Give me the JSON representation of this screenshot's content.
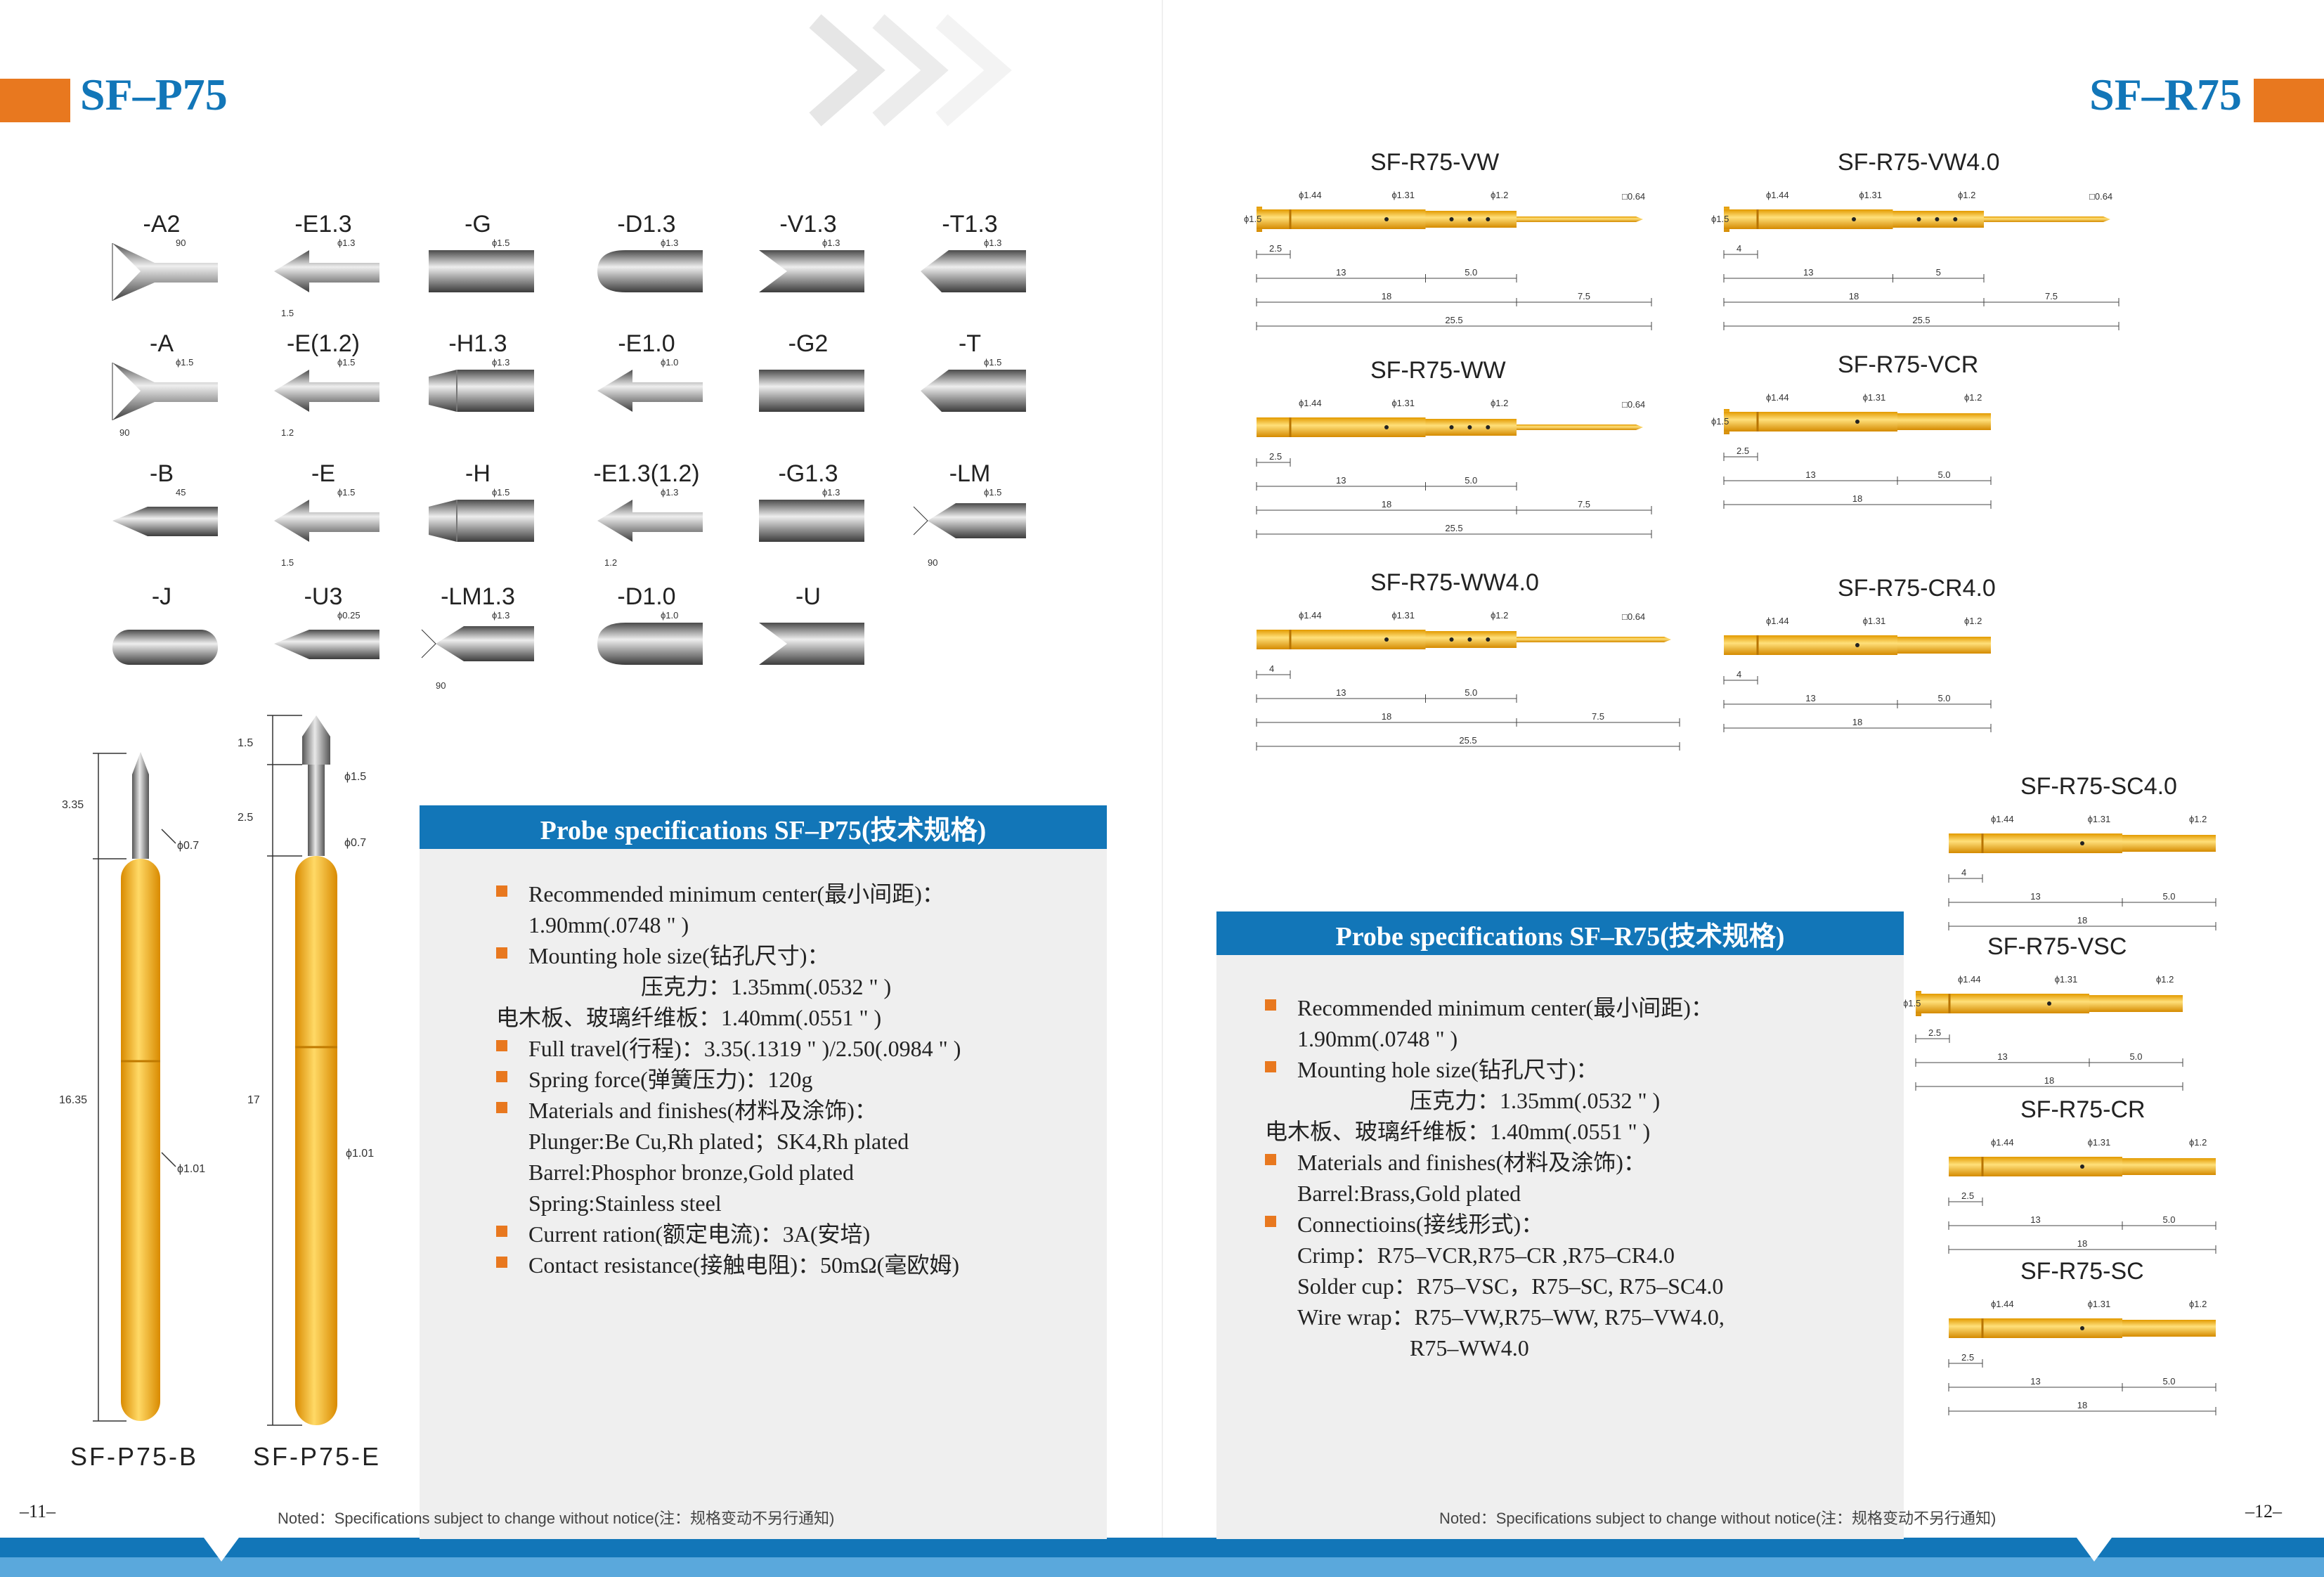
{
  "left": {
    "title": "SF–P75",
    "tips": [
      {
        "label": "-A2",
        "dim": "90",
        "dim2": "",
        "type": "cone"
      },
      {
        "label": "-E1.3",
        "dim": "ϕ1.3",
        "dim2": "1.5",
        "type": "arrow"
      },
      {
        "label": "-G",
        "dim": "ϕ1.5",
        "dim2": "",
        "type": "flat"
      },
      {
        "label": "-D1.3",
        "dim": "ϕ1.3",
        "dim2": "",
        "type": "dome"
      },
      {
        "label": "-V1.3",
        "dim": "ϕ1.3",
        "dim2": "",
        "type": "vee"
      },
      {
        "label": "-T1.3",
        "dim": "ϕ1.3",
        "dim2": "",
        "type": "chisel"
      },
      {
        "label": "-A",
        "dim": "ϕ1.5",
        "dim2": "90",
        "type": "cone"
      },
      {
        "label": "-E(1.2)",
        "dim": "ϕ1.5",
        "dim2": "1.2",
        "type": "arrow"
      },
      {
        "label": "-H1.3",
        "dim": "ϕ1.3",
        "dim2": "",
        "type": "crown"
      },
      {
        "label": "-E1.0",
        "dim": "ϕ1.0",
        "dim2": "",
        "type": "arrow"
      },
      {
        "label": "-G2",
        "dim": "",
        "dim2": "",
        "type": "flat"
      },
      {
        "label": "-T",
        "dim": "ϕ1.5",
        "dim2": "",
        "type": "chisel"
      },
      {
        "label": "-B",
        "dim": "45",
        "dim2": "",
        "type": "point"
      },
      {
        "label": "-E",
        "dim": "ϕ1.5",
        "dim2": "1.5",
        "type": "arrow"
      },
      {
        "label": "-H",
        "dim": "ϕ1.5",
        "dim2": "",
        "type": "crown"
      },
      {
        "label": "-E1.3(1.2)",
        "dim": "ϕ1.3",
        "dim2": "1.2",
        "type": "arrow"
      },
      {
        "label": "-G1.3",
        "dim": "ϕ1.3",
        "dim2": "",
        "type": "flat"
      },
      {
        "label": "-LM",
        "dim": "ϕ1.5",
        "dim2": "90",
        "type": "lm"
      },
      {
        "label": "-J",
        "dim": "",
        "dim2": "",
        "type": "round"
      },
      {
        "label": "-U3",
        "dim": "ϕ0.25",
        "dim2": "",
        "type": "point"
      },
      {
        "label": "-LM1.3",
        "dim": "ϕ1.3",
        "dim2": "90",
        "type": "lm"
      },
      {
        "label": "-D1.0",
        "dim": "ϕ1.0",
        "dim2": "",
        "type": "dome"
      },
      {
        "label": "-U",
        "dim": "",
        "dim2": "",
        "type": "vee"
      }
    ],
    "probes": [
      {
        "name": "SF-P75-B",
        "dims": [
          "3.35",
          "ϕ0.7",
          "16.35",
          "ϕ1.01"
        ]
      },
      {
        "name": "SF-P75-E",
        "dims": [
          "1.5",
          "ϕ1.5",
          "2.5",
          "ϕ0.7",
          "17",
          "ϕ1.01"
        ]
      }
    ],
    "spec": {
      "heading": "Probe specifications SF–P75(技术规格)",
      "items": [
        {
          "text": "Recommended minimum center(最小间距)：",
          "sub": [
            "1.90mm(.0748 \" )"
          ]
        },
        {
          "text": "Mounting hole size(钻孔尺寸)：",
          "sub": [
            "　　　　　压克力：1.35mm(.0532 \" )",
            "电木板、玻璃纤维板：1.40mm(.0551 \" )"
          ]
        },
        {
          "text": "Full travel(行程)：3.35(.1319 \" )/2.50(.0984 \" )",
          "sub": []
        },
        {
          "text": "Spring force(弹簧压力)：120g",
          "sub": []
        },
        {
          "text": "Materials and finishes(材料及涂饰)：",
          "sub": [
            "Plunger:Be Cu,Rh plated；SK4,Rh plated",
            "Barrel:Phosphor bronze,Gold plated",
            "Spring:Stainless steel"
          ]
        },
        {
          "text": "Current ration(额定电流)：3A(安培)",
          "sub": []
        },
        {
          "text": "Contact resistance(接触电阻)：50mΩ(毫欧姆)",
          "sub": []
        }
      ]
    },
    "note": "Noted：Specifications subject to change without notice(注：规格变动不另行通知)",
    "page": "–11–"
  },
  "right": {
    "title": "SF–R75",
    "receptacles": [
      {
        "name": "SF-R75-VW",
        "dims": [
          "ϕ1.44",
          "ϕ1.31",
          "ϕ1.2",
          "□0.64",
          "ϕ1.5",
          "2.5",
          "13",
          "5.0",
          "7.5",
          "18",
          "25.5"
        ]
      },
      {
        "name": "SF-R75-VW4.0",
        "dims": [
          "ϕ1.44",
          "ϕ1.31",
          "ϕ1.2",
          "□0.64",
          "ϕ1.5",
          "4",
          "13",
          "5",
          "7.5",
          "18",
          "25.5"
        ]
      },
      {
        "name": "SF-R75-WW",
        "dims": [
          "ϕ1.44",
          "ϕ1.31",
          "ϕ1.2",
          "□0.64",
          "",
          "2.5",
          "13",
          "5.0",
          "7.5",
          "18",
          "25.5"
        ]
      },
      {
        "name": "SF-R75-VCR",
        "dims": [
          "ϕ1.44",
          "ϕ1.31",
          "ϕ1.2",
          "",
          "ϕ1.5",
          "2.5",
          "13",
          "5.0",
          "",
          "18",
          ""
        ]
      },
      {
        "name": "SF-R75-WW4.0",
        "dims": [
          "ϕ1.44",
          "ϕ1.31",
          "ϕ1.2",
          "□0.64",
          "",
          "4",
          "13",
          "5.0",
          "7.5",
          "18",
          "25.5"
        ]
      },
      {
        "name": "SF-R75-CR4.0",
        "dims": [
          "ϕ1.44",
          "ϕ1.31",
          "ϕ1.2",
          "",
          "",
          "4",
          "13",
          "5.0",
          "",
          "18",
          ""
        ]
      },
      {
        "name": "SF-R75-SC4.0",
        "dims": [
          "ϕ1.44",
          "ϕ1.31",
          "ϕ1.2",
          "",
          "",
          "4",
          "13",
          "5.0",
          "",
          "18",
          ""
        ]
      },
      {
        "name": "SF-R75-VSC",
        "dims": [
          "ϕ1.44",
          "ϕ1.31",
          "ϕ1.2",
          "",
          "ϕ1.5",
          "2.5",
          "13",
          "5.0",
          "",
          "18",
          ""
        ]
      },
      {
        "name": "SF-R75-CR",
        "dims": [
          "ϕ1.44",
          "ϕ1.31",
          "ϕ1.2",
          "",
          "",
          "2.5",
          "13",
          "5.0",
          "",
          "18",
          ""
        ]
      },
      {
        "name": "SF-R75-SC",
        "dims": [
          "ϕ1.44",
          "ϕ1.31",
          "ϕ1.2",
          "",
          "",
          "2.5",
          "13",
          "5.0",
          "",
          "18",
          ""
        ]
      }
    ],
    "spec": {
      "heading": "Probe specifications SF–R75(技术规格)",
      "items": [
        {
          "text": "Recommended minimum center(最小间距)：",
          "sub": [
            "1.90mm(.0748 \" )"
          ]
        },
        {
          "text": "Mounting hole size(钻孔尺寸)：",
          "sub": [
            "　　　　　压克力：1.35mm(.0532 \" )",
            "电木板、玻璃纤维板：1.40mm(.0551 \" )"
          ]
        },
        {
          "text": "Materials and finishes(材料及涂饰)：",
          "sub": [
            "Barrel:Brass,Gold plated"
          ]
        },
        {
          "text": "Connectioins(接线形式)：",
          "sub": [
            "Crimp：R75–VCR,R75–CR ,R75–CR4.0",
            "Solder cup：R75–VSC，R75–SC, R75–SC4.0",
            "Wire wrap：R75–VW,R75–WW, R75–VW4.0,",
            "　　　　　R75–WW4.0"
          ]
        }
      ]
    },
    "note": "Noted：Specifications subject to change without notice(注：规格变动不另行通知)",
    "page": "–12–"
  },
  "colors": {
    "accent": "#e8781f",
    "blue": "#1276b8",
    "gold": "#f2b21a"
  }
}
